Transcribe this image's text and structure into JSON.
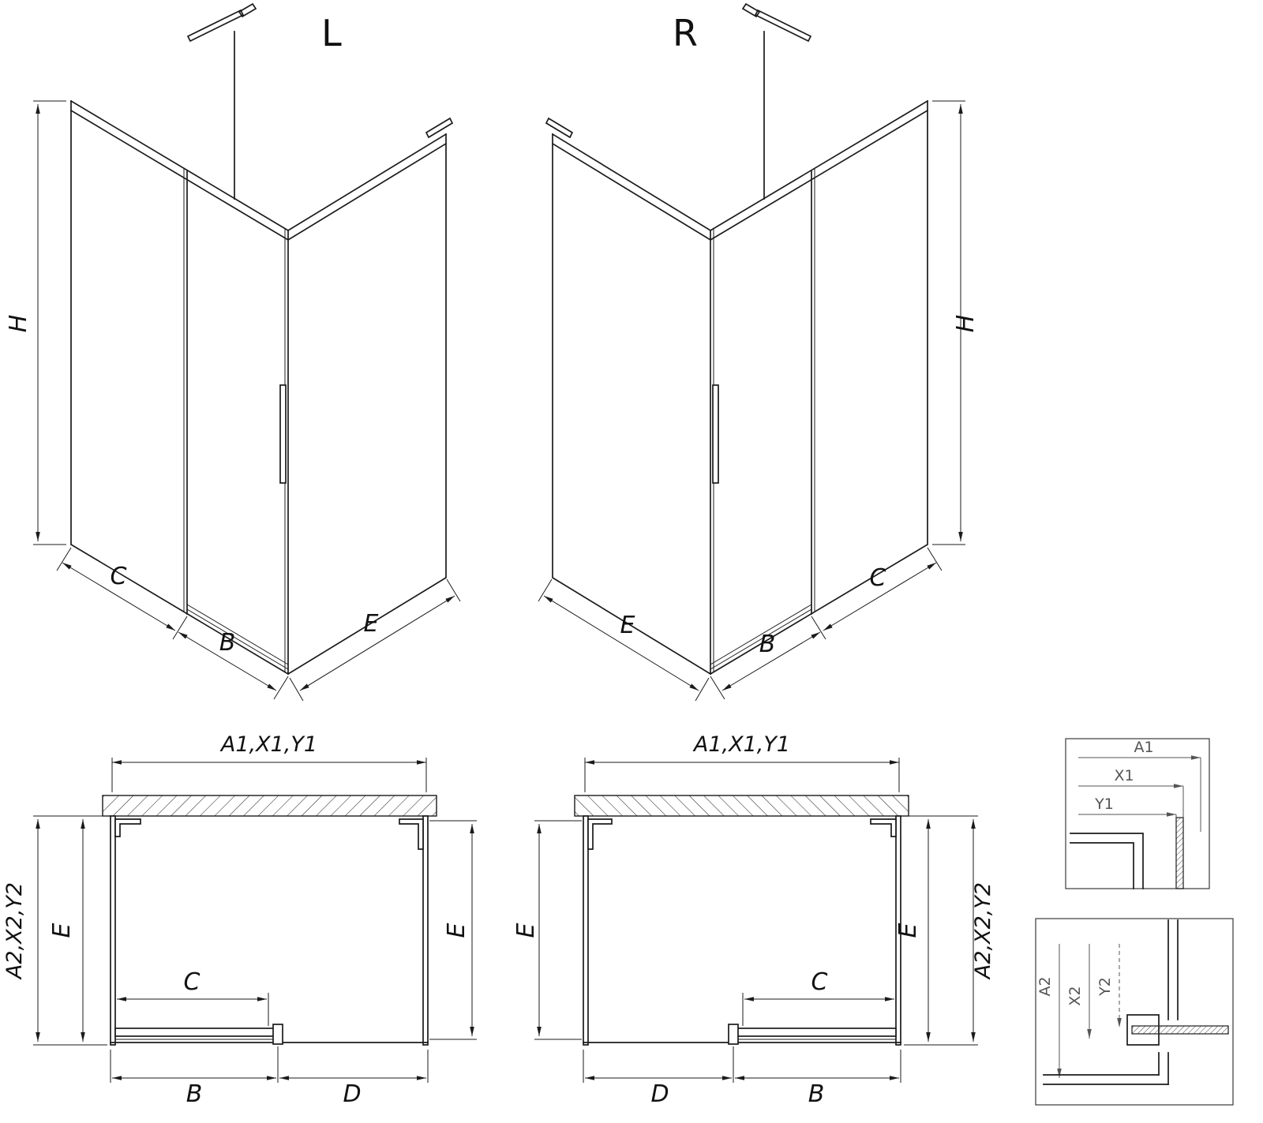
{
  "drawing": {
    "iso_left": {
      "view_label": "L",
      "dim_height": "H",
      "dim_c": "C",
      "dim_b": "B",
      "dim_e": "E"
    },
    "iso_right": {
      "view_label": "R",
      "dim_height": "H",
      "dim_c": "C",
      "dim_b": "B",
      "dim_e": "E"
    },
    "plan_left": {
      "dim_width_top": "A1,X1,Y1",
      "dim_depth_outer": "A2,X2,Y2",
      "dim_depth_inner": "E",
      "dim_depth_right": "E",
      "dim_c": "C",
      "dim_b": "B",
      "dim_d": "D"
    },
    "plan_right": {
      "dim_width_top": "A1,X1,Y1",
      "dim_depth_outer": "A2,X2,Y2",
      "dim_depth_inner": "E",
      "dim_depth_left": "E",
      "dim_c": "C",
      "dim_b": "B",
      "dim_d": "D"
    },
    "detail_top": {
      "dim_a1": "A1",
      "dim_x1": "X1",
      "dim_y1": "Y1"
    },
    "detail_bottom": {
      "dim_a2": "A2",
      "dim_x2": "X2",
      "dim_y2": "Y2"
    }
  },
  "colors": {
    "background": "#ffffff",
    "line": "#1b1b1b",
    "detail_dim": "#555555"
  }
}
